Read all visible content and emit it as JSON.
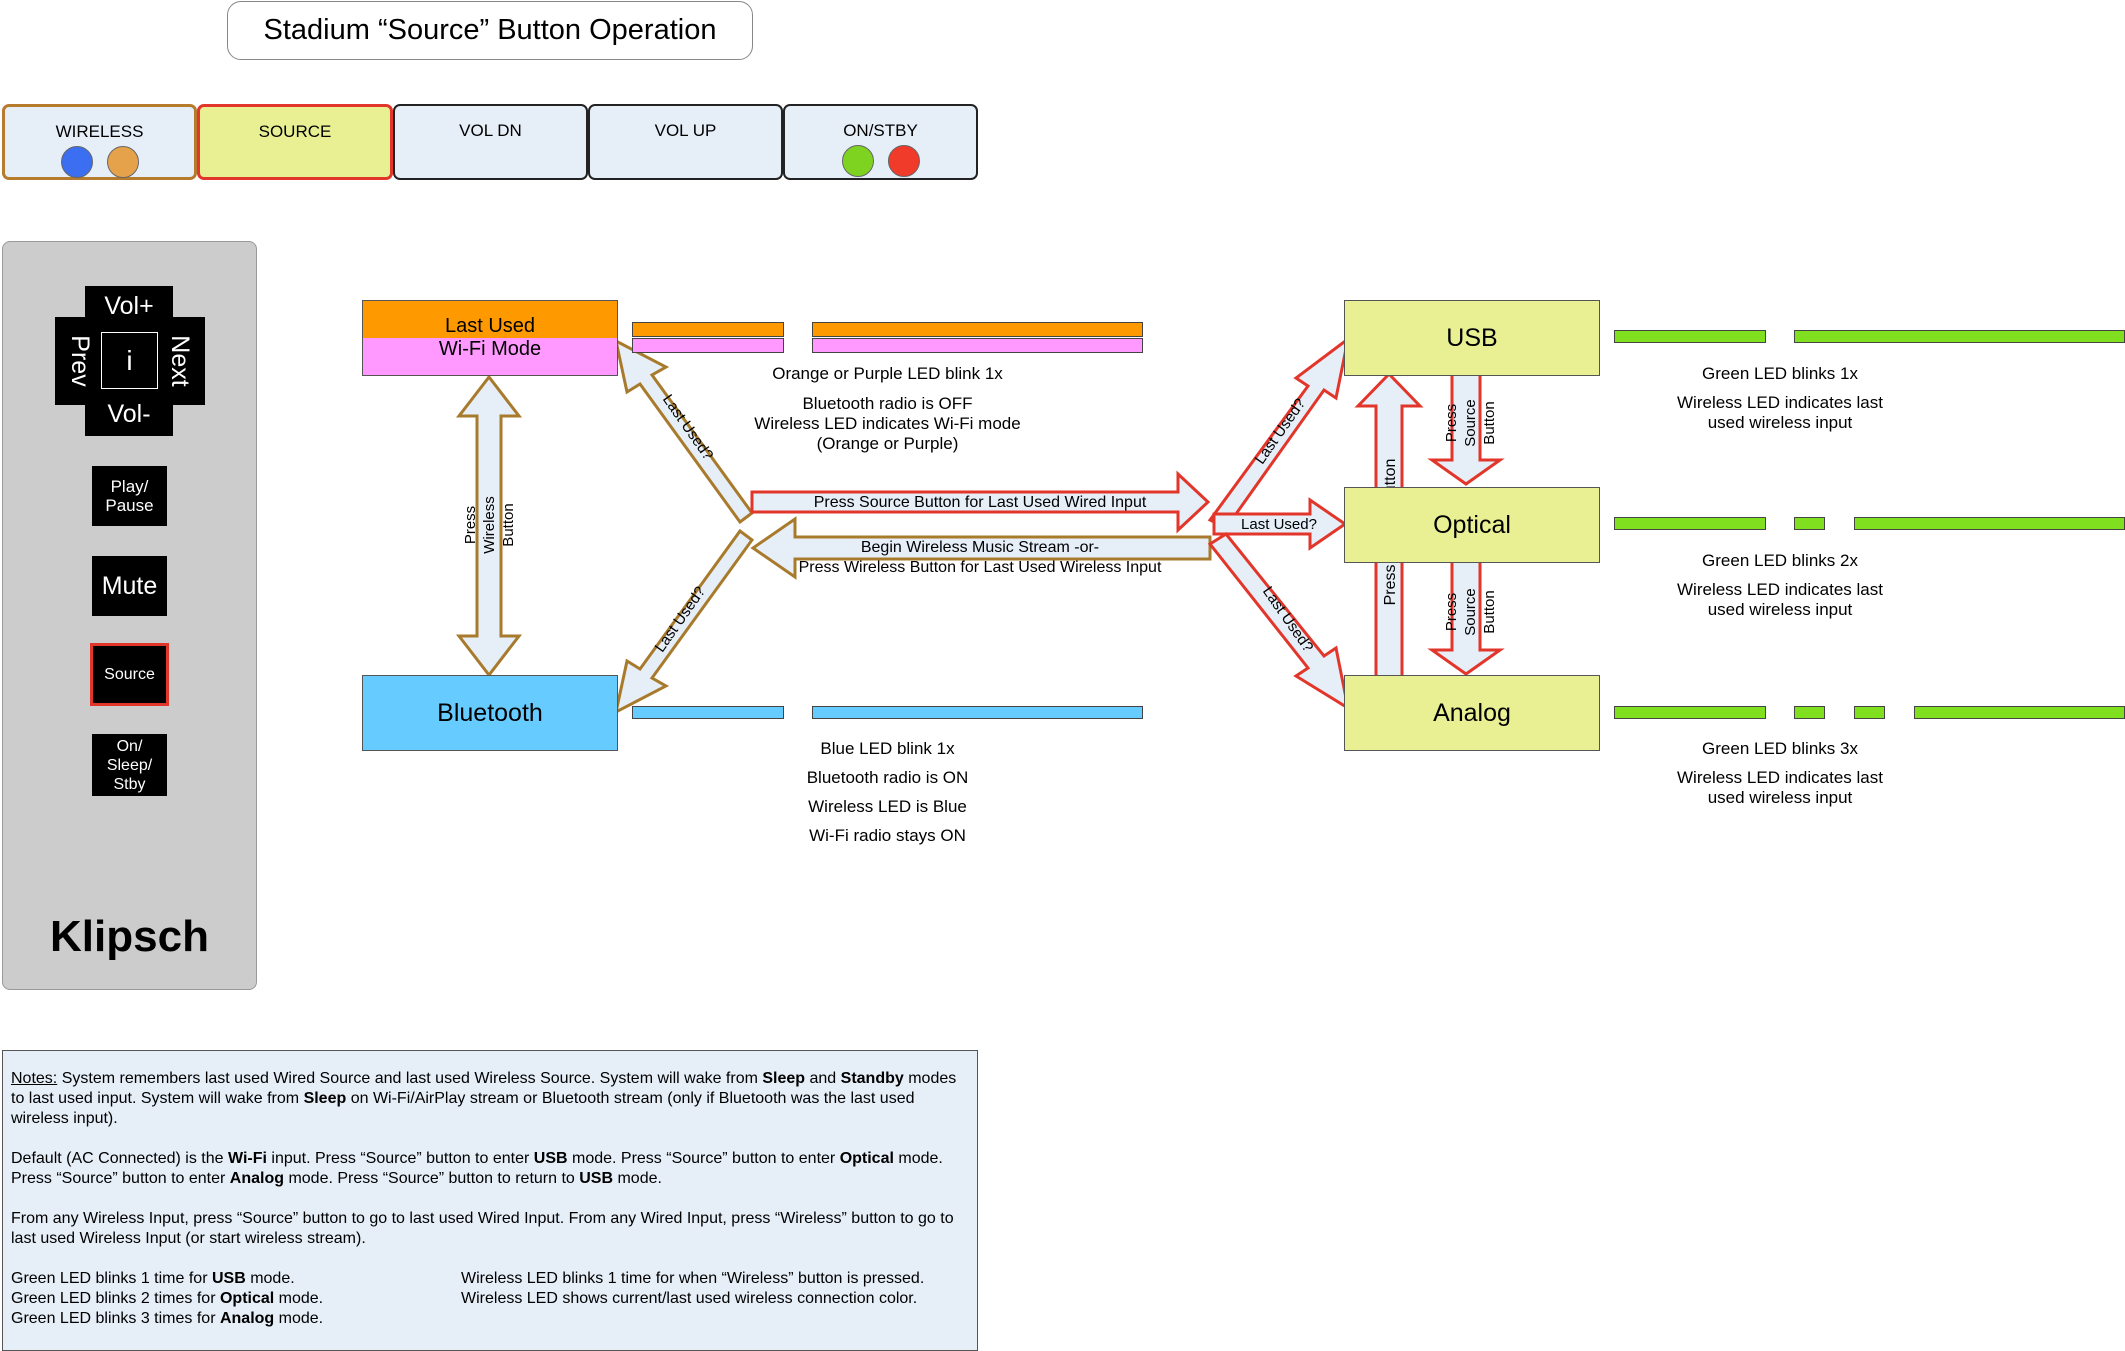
{
  "title": "Stadium “Source” Button Operation",
  "top_buttons": [
    {
      "label": "WIRELESS",
      "dots": [
        "#3b6ef0",
        "#e6a24b"
      ]
    },
    {
      "label": "SOURCE",
      "dots": []
    },
    {
      "label": "VOL DN",
      "dots": []
    },
    {
      "label": "VOL UP",
      "dots": []
    },
    {
      "label": "ON/STBY",
      "dots": [
        "#7ed321",
        "#f03a2a"
      ]
    }
  ],
  "remote": {
    "vol_plus": "Vol+",
    "vol_minus": "Vol-",
    "prev": "Prev",
    "next": "Next",
    "info": "i",
    "play_pause_1": "Play/",
    "play_pause_2": "Pause",
    "mute": "Mute",
    "source": "Source",
    "power_1": "On/",
    "power_2": "Sleep/",
    "power_3": "Stby",
    "brand": "Klipsch"
  },
  "states": {
    "last_used": "Last Used",
    "wifi": "Wi-Fi Mode",
    "bluetooth": "Bluetooth",
    "usb": "USB",
    "optical": "Optical",
    "analog": "Analog"
  },
  "arrows": {
    "press_wireless_1": "Press",
    "press_wireless_2": "Wireless",
    "press_wireless_3": "Button",
    "last_used_q": "Last Used?",
    "press_source_wired": "Press Source Button for Last Used Wired Input",
    "begin_wireless_1": "Begin Wireless Music Stream -or-",
    "begin_wireless_2": "Press Wireless Button for Last Used Wireless Input",
    "press_source_1": "Press",
    "press_source_2": "Source",
    "press_source_3": "Button",
    "press_source_button": "Press Source Button"
  },
  "descriptions": {
    "wifi_1": "Orange or Purple LED blink 1x",
    "wifi_2": "Bluetooth radio is OFF",
    "wifi_3": "Wireless LED indicates Wi-Fi mode",
    "wifi_4": "(Orange or Purple)",
    "bt_1": "Blue LED blink 1x",
    "bt_2": "Bluetooth radio is ON",
    "bt_3": "Wireless LED is Blue",
    "bt_4": "Wi-Fi radio stays ON",
    "usb_1": "Green LED blinks 1x",
    "optical_1": "Green LED blinks 2x",
    "analog_1": "Green LED blinks 3x",
    "wired_2": "Wireless LED indicates last",
    "wired_3": "used wireless input"
  },
  "notes": {
    "heading": "Notes:",
    "p1a": "  System remembers last used Wired Source and last used Wireless Source.  System will wake from ",
    "p1b": "Sleep",
    "p1c": " and ",
    "p1d": "Standby",
    "p1e": " modes to last used input.  System will wake from ",
    "p1f": "Sleep",
    "p1g": " on Wi-Fi/AirPlay stream or Bluetooth stream (only if Bluetooth was the last used wireless input).",
    "p2a": "Default (AC Connected) is the ",
    "p2b": "Wi-Fi",
    "p2c": " input.  Press “Source” button to enter ",
    "p2d": "USB",
    "p2e": " mode.  Press “Source” button to enter ",
    "p2f": "Optical",
    "p2g": " mode.  Press “Source” button to enter ",
    "p2h": "Analog",
    "p2i": " mode.  Press “Source” button to return to ",
    "p2j": "USB",
    "p2k": " mode.",
    "p3": "From any Wireless Input, press “Source” button to go to last used Wired Input.  From any Wired Input, press “Wireless” button to go to last used Wireless Input (or start wireless stream).",
    "l1a": "Green LED blinks 1 time for ",
    "l1b": "USB",
    "l1c": " mode.",
    "l2a": "Green LED blinks 2 times for ",
    "l2b": "Optical",
    "l2c": " mode.",
    "l3a": "Green LED blinks 3 times for ",
    "l3b": "Analog",
    "l3c": " mode.",
    "r1": "Wireless LED blinks 1 time for when “Wireless” button is pressed.",
    "r2": "Wireless LED shows current/last used wireless connection color."
  },
  "colors": {
    "orange": "#ff9900",
    "purple": "#ff99ff",
    "blue": "#66ccff",
    "green": "#80e020",
    "wired_box": "#e9f093",
    "arrow_red": "#e3362b",
    "arrow_brown": "#a87a2c"
  }
}
